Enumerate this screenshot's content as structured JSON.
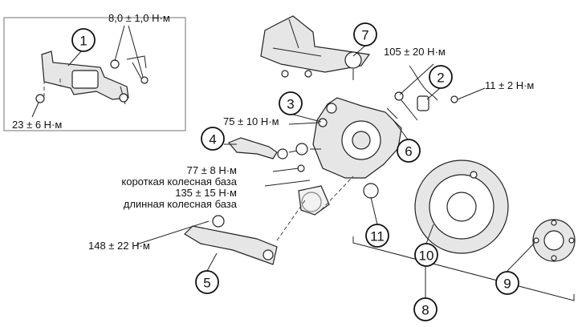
{
  "callouts": [
    "1",
    "2",
    "3",
    "4",
    "5",
    "6",
    "7",
    "8",
    "9",
    "10",
    "11"
  ],
  "torques": {
    "inset_top": "8,0 ± 1,0 Н·м",
    "inset_bottom": "23 ± 6 Н·м",
    "t105": "105 ± 20 Н·м",
    "t11": "11 ± 2 Н·м",
    "t75": "75 ± 10 Н·м",
    "t77": "77 ± 8 Н·м",
    "t77_note": "короткая колесная база",
    "t135": "135 ± 15 Н·м",
    "t135_note": "длинная колесная база",
    "t148": "148 ± 22 Н·м"
  }
}
